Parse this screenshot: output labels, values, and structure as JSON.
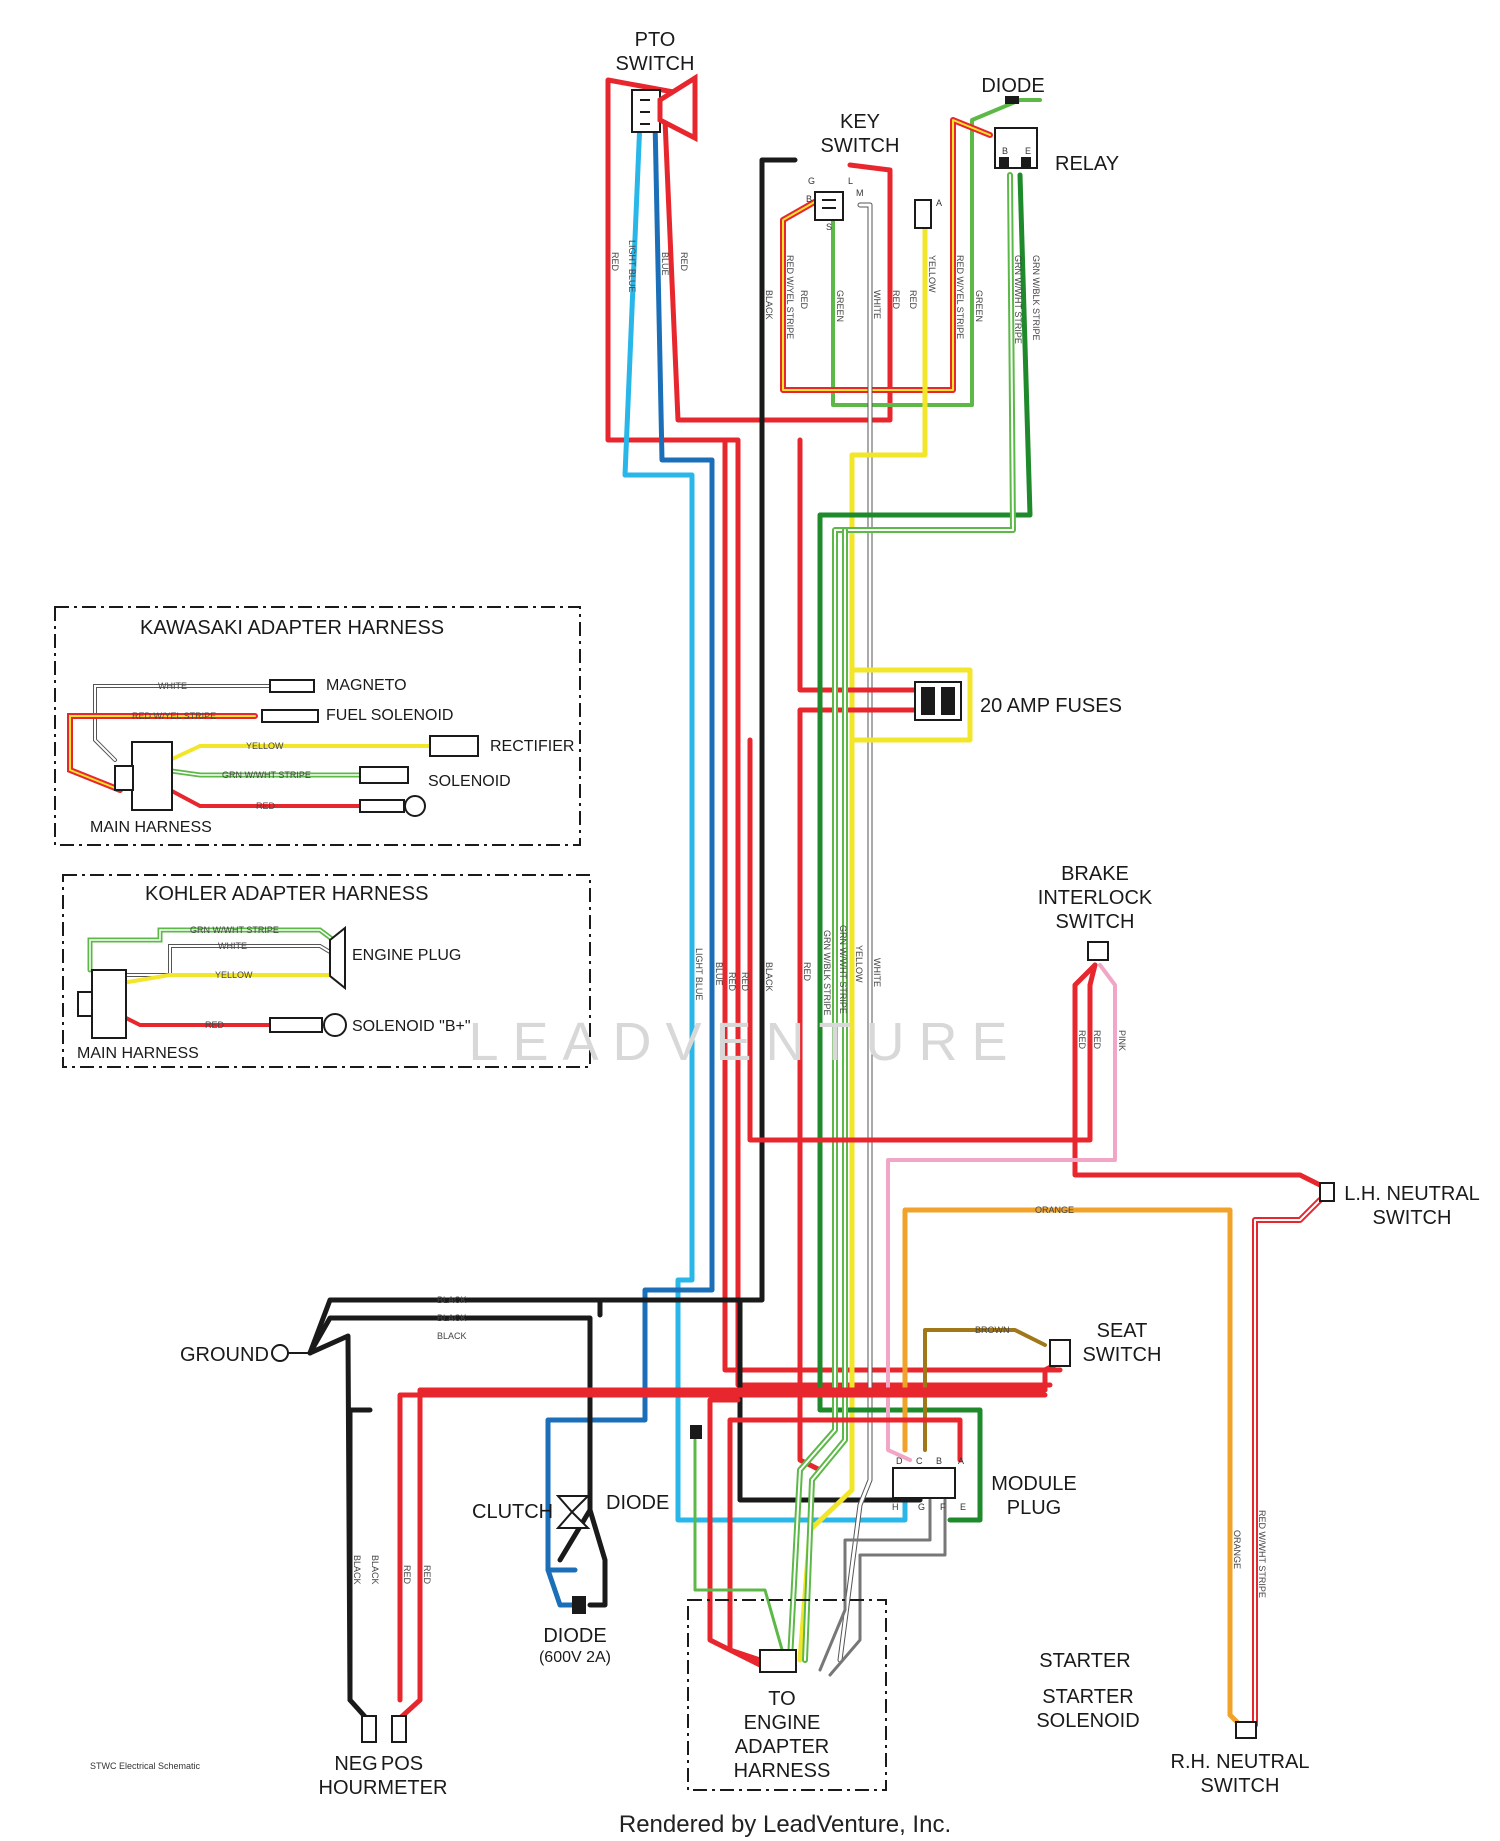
{
  "labels": {
    "pto_switch": [
      "PTO",
      "SWITCH"
    ],
    "key_switch": [
      "KEY",
      "SWITCH"
    ],
    "diode_top": "DIODE",
    "relay": "RELAY",
    "fuses": "20 AMP FUSES",
    "brake_interlock": [
      "BRAKE",
      "INTERLOCK",
      "SWITCH"
    ],
    "lh_neutral": [
      "L.H. NEUTRAL",
      "SWITCH"
    ],
    "seat_switch": [
      "SEAT",
      "SWITCH"
    ],
    "module_plug": [
      "MODULE",
      "PLUG"
    ],
    "ground": "GROUND",
    "clutch": "CLUTCH",
    "diode_mid": "DIODE",
    "diode_bottom": [
      "DIODE",
      "(600V 2A)"
    ],
    "to_engine": [
      "TO",
      "ENGINE",
      "ADAPTER",
      "HARNESS"
    ],
    "starter": "STARTER",
    "starter_solenoid": [
      "STARTER",
      "SOLENOID"
    ],
    "rh_neutral": [
      "R.H. NEUTRAL",
      "SWITCH"
    ],
    "hourmeter": [
      "NEG",
      "POS",
      "HOURMETER"
    ],
    "schematic_name": "STWC Electrical Schematic",
    "footer": "Rendered by LeadVenture, Inc.",
    "watermark": "LEADVENTURE"
  },
  "kawasaki": {
    "title": "KAWASAKI ADAPTER HARNESS",
    "magneto": "MAGNETO",
    "fuel_solenoid": "FUEL SOLENOID",
    "rectifier": "RECTIFIER",
    "solenoid": "SOLENOID",
    "main_harness": "MAIN HARNESS",
    "wire_white": "WHITE",
    "wire_red_yel": "RED W/YEL STRIPE",
    "wire_yellow": "YELLOW",
    "wire_grn_wht": "GRN W/WHT STRIPE",
    "wire_red": "RED"
  },
  "kohler": {
    "title": "KOHLER ADAPTER HARNESS",
    "engine_plug": "ENGINE PLUG",
    "solenoid_b": "SOLENOID \"B+\"",
    "main_harness": "MAIN HARNESS",
    "wire_grn_wht": "GRN W/WHT STRIPE",
    "wire_white": "WHITE",
    "wire_yellow": "YELLOW",
    "wire_red": "RED"
  },
  "wire_labels": {
    "red": "RED",
    "light_blue": "LIGHT BLUE",
    "blue": "BLUE",
    "black": "BLACK",
    "red_yel": "RED W/YEL STRIPE",
    "green": "GREEN",
    "white": "WHITE",
    "yellow": "YELLOW",
    "red_yel2": "RED W/YEL STRIPE",
    "grn_wht": "GRN W/WHT STRIPE",
    "grn_blk": "GRN W/BLK STRIPE",
    "pink": "PINK",
    "orange": "ORANGE",
    "brown": "BROWN",
    "red_wht": "RED W/WHT STRIPE"
  },
  "terminals": {
    "key": [
      "G",
      "L",
      "M",
      "B",
      "S",
      "A"
    ],
    "relay": [
      "B",
      "E"
    ],
    "module": [
      "D",
      "C",
      "B",
      "A",
      "H",
      "G",
      "F",
      "E"
    ]
  },
  "colors": {
    "red": "#e8262d",
    "black": "#1a1a1a",
    "light_blue": "#29b6e8",
    "blue": "#1b6fb8",
    "green": "#5cb947",
    "dark_green": "#1e8a2b",
    "yellow": "#f2e62b",
    "orange": "#f0a22a",
    "pink": "#f2a6c6",
    "brown": "#a0781a",
    "gray": "#555555"
  }
}
